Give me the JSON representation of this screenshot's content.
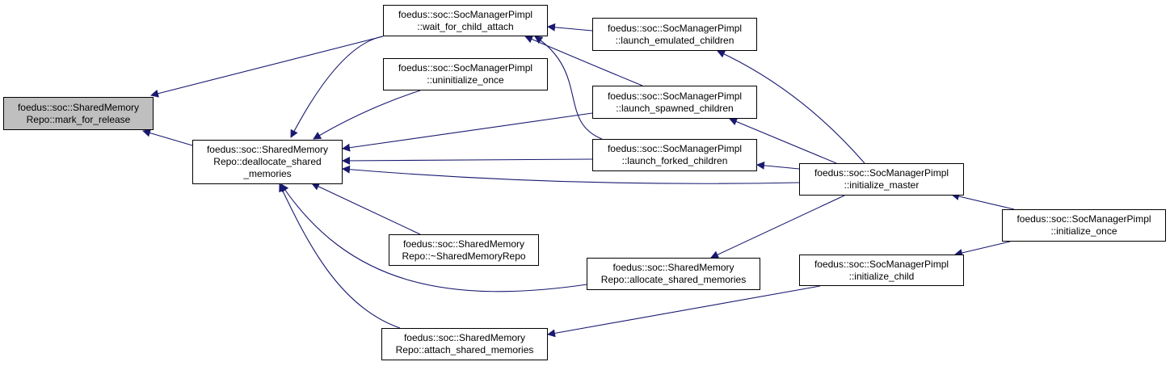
{
  "colors": {
    "edge": "#191970",
    "node_border": "#000000",
    "focus_fill": "#bfbfbf"
  },
  "nodes": [
    {
      "id": "mark_for_release",
      "lines": [
        "foedus::soc::SharedMemory",
        "Repo::mark_for_release"
      ],
      "focus": true
    },
    {
      "id": "deallocate",
      "lines": [
        "foedus::soc::SharedMemory",
        "Repo::deallocate_shared",
        "_memories"
      ]
    },
    {
      "id": "wait_for_child_attach",
      "lines": [
        "foedus::soc::SocManagerPimpl",
        "::wait_for_child_attach"
      ]
    },
    {
      "id": "uninitialize_once",
      "lines": [
        "foedus::soc::SocManagerPimpl",
        "::uninitialize_once"
      ]
    },
    {
      "id": "dtor",
      "lines": [
        "foedus::soc::SharedMemory",
        "Repo::~SharedMemoryRepo"
      ]
    },
    {
      "id": "attach",
      "lines": [
        "foedus::soc::SharedMemory",
        "Repo::attach_shared_memories"
      ]
    },
    {
      "id": "launch_emulated",
      "lines": [
        "foedus::soc::SocManagerPimpl",
        "::launch_emulated_children"
      ]
    },
    {
      "id": "launch_spawned",
      "lines": [
        "foedus::soc::SocManagerPimpl",
        "::launch_spawned_children"
      ]
    },
    {
      "id": "launch_forked",
      "lines": [
        "foedus::soc::SocManagerPimpl",
        "::launch_forked_children"
      ]
    },
    {
      "id": "allocate",
      "lines": [
        "foedus::soc::SharedMemory",
        "Repo::allocate_shared_memories"
      ]
    },
    {
      "id": "initialize_master",
      "lines": [
        "foedus::soc::SocManagerPimpl",
        "::initialize_master"
      ]
    },
    {
      "id": "initialize_child",
      "lines": [
        "foedus::soc::SocManagerPimpl",
        "::initialize_child"
      ]
    },
    {
      "id": "initialize_once",
      "lines": [
        "foedus::soc::SocManagerPimpl",
        "::initialize_once"
      ]
    }
  ],
  "edges": [
    {
      "from": "wait_for_child_attach",
      "to": "mark_for_release"
    },
    {
      "from": "deallocate",
      "to": "mark_for_release"
    },
    {
      "from": "wait_for_child_attach",
      "to": "deallocate"
    },
    {
      "from": "uninitialize_once",
      "to": "deallocate"
    },
    {
      "from": "launch_spawned",
      "to": "deallocate"
    },
    {
      "from": "launch_forked",
      "to": "deallocate"
    },
    {
      "from": "initialize_master",
      "to": "deallocate"
    },
    {
      "from": "dtor",
      "to": "deallocate"
    },
    {
      "from": "allocate",
      "to": "deallocate"
    },
    {
      "from": "attach",
      "to": "deallocate"
    },
    {
      "from": "launch_emulated",
      "to": "wait_for_child_attach"
    },
    {
      "from": "launch_spawned",
      "to": "wait_for_child_attach"
    },
    {
      "from": "launch_forked",
      "to": "wait_for_child_attach"
    },
    {
      "from": "initialize_master",
      "to": "launch_emulated"
    },
    {
      "from": "initialize_master",
      "to": "launch_spawned"
    },
    {
      "from": "initialize_master",
      "to": "launch_forked"
    },
    {
      "from": "initialize_master",
      "to": "allocate"
    },
    {
      "from": "initialize_child",
      "to": "attach"
    },
    {
      "from": "initialize_once",
      "to": "initialize_master"
    },
    {
      "from": "initialize_once",
      "to": "initialize_child"
    }
  ]
}
